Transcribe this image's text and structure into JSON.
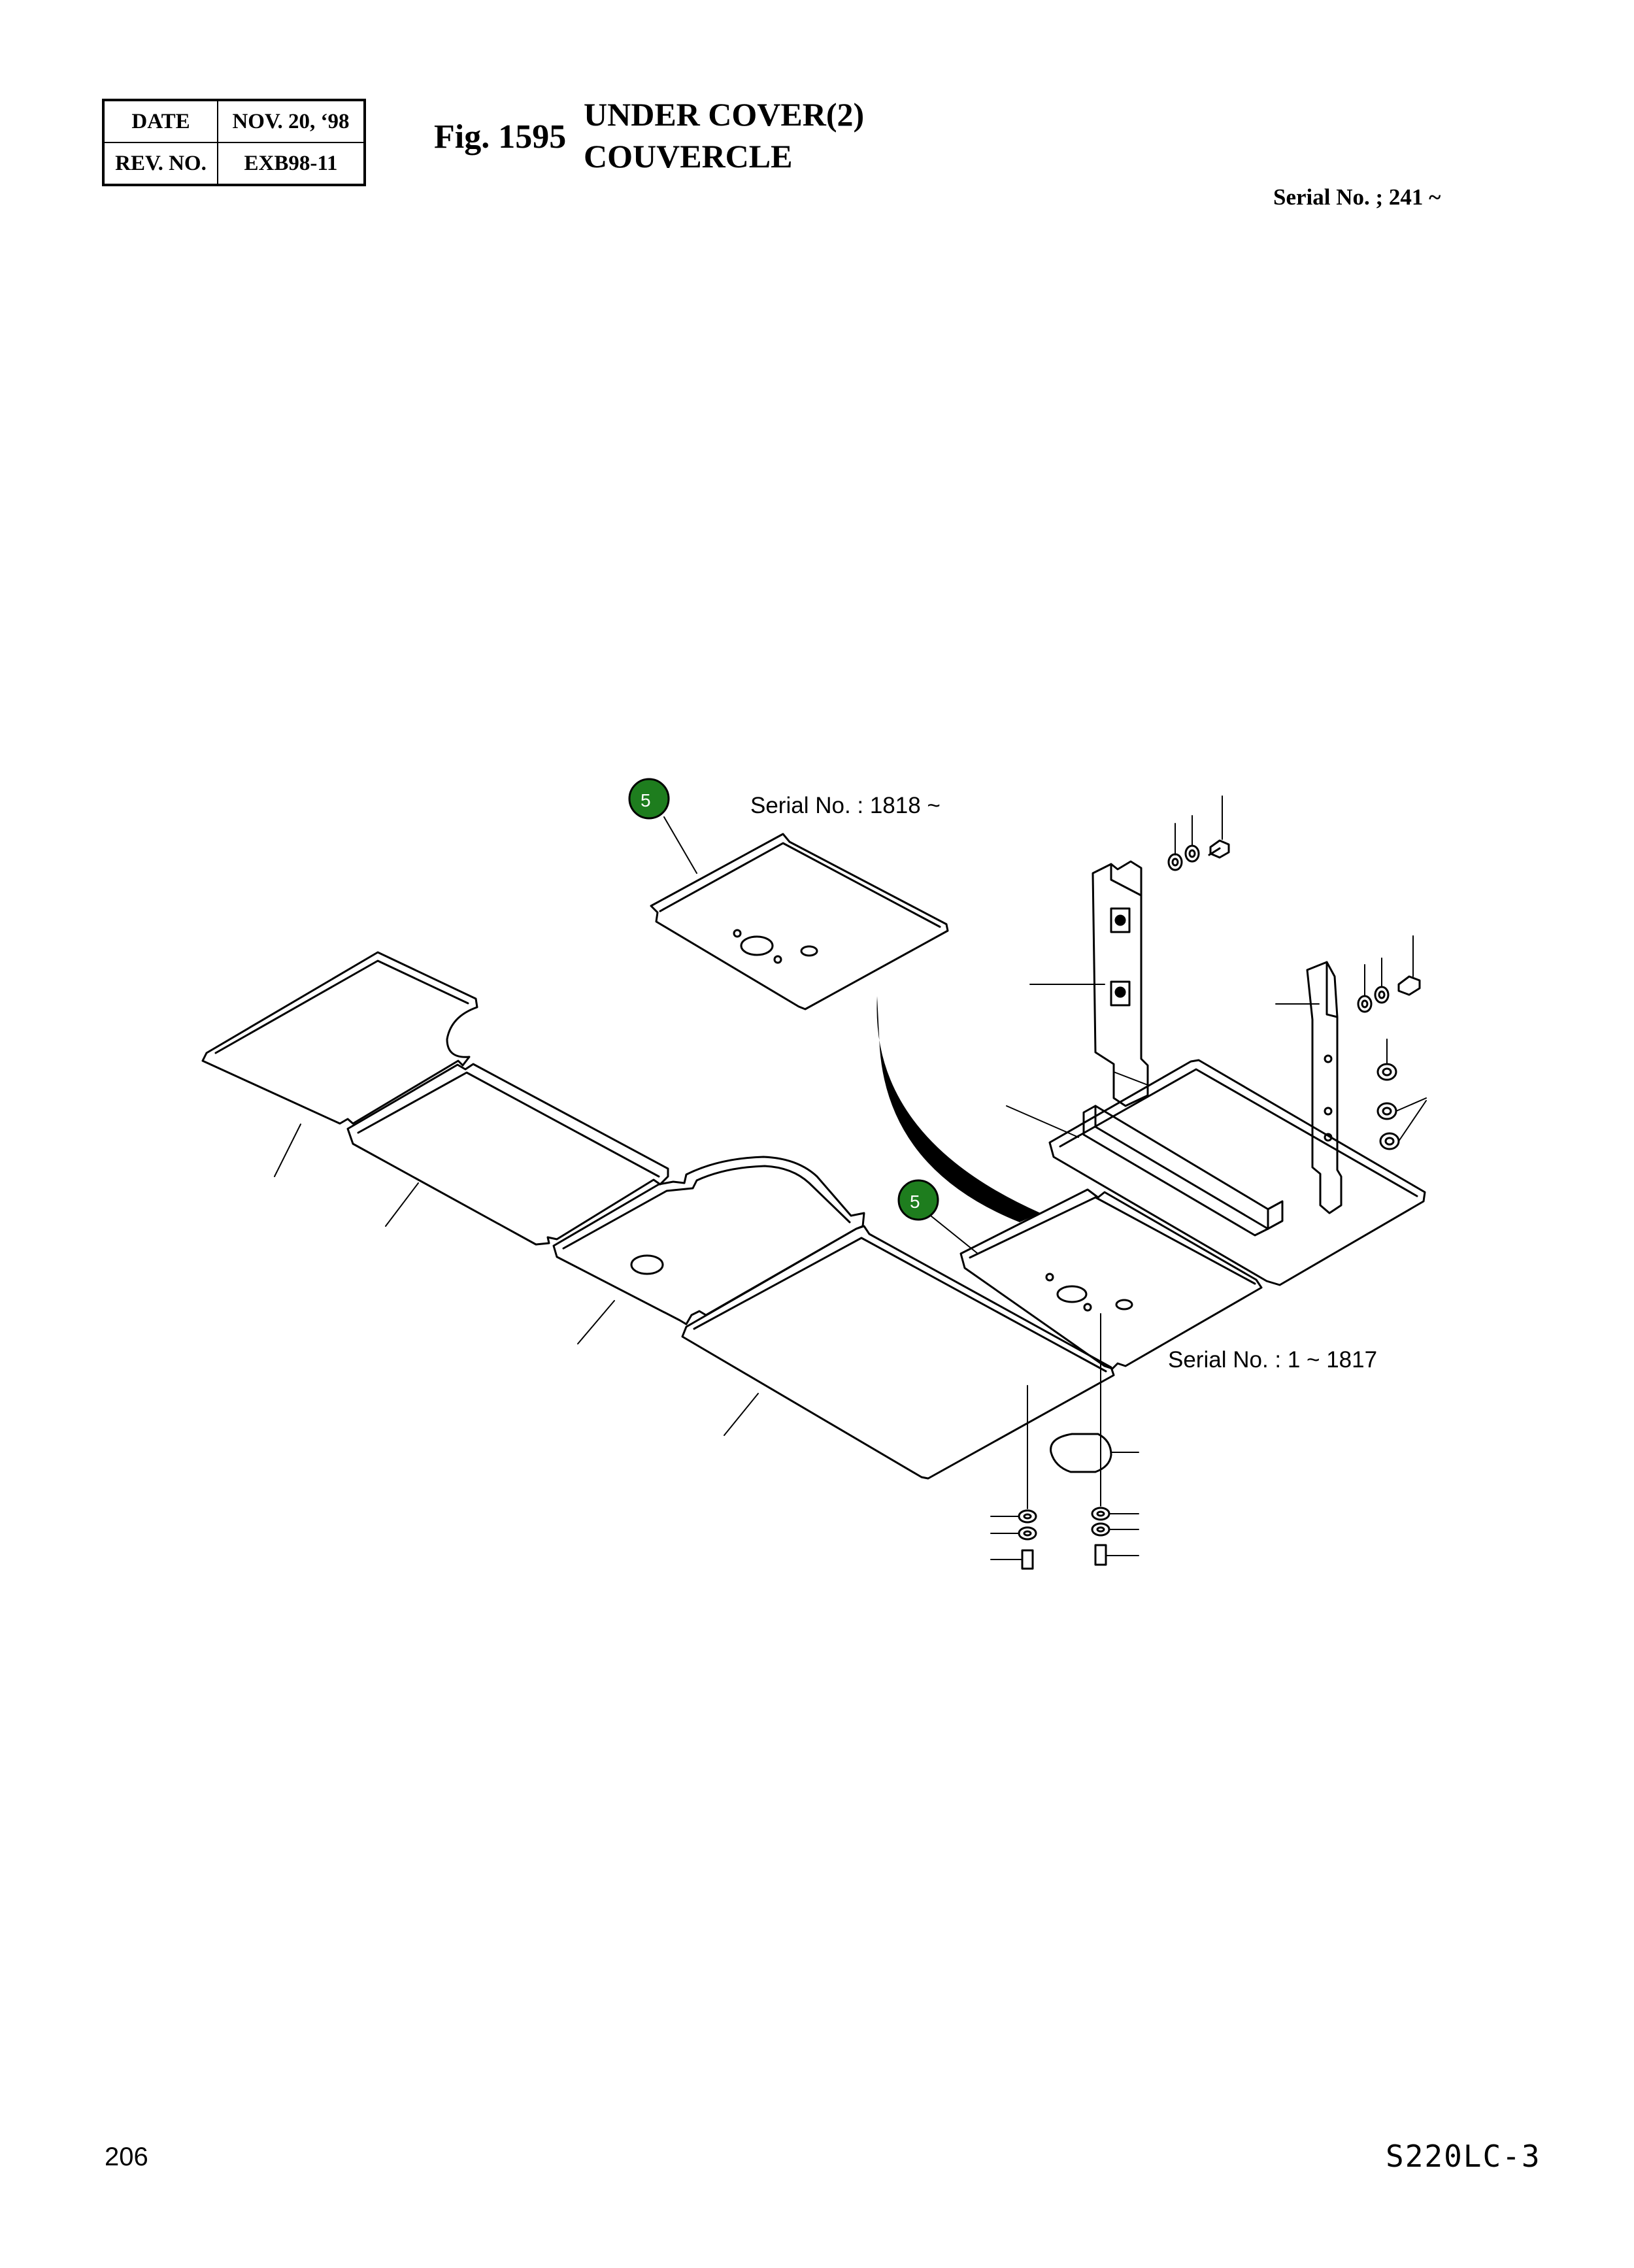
{
  "header": {
    "date_label": "DATE",
    "date_value": "NOV. 20, ‘98",
    "rev_label": "REV. NO.",
    "rev_value": "EXB98-11",
    "fig_number": "Fig. 1595",
    "title_en": "UNDER COVER(2)",
    "title_fr": "COUVERCLE",
    "serial_range": "Serial No. ; 241 ~"
  },
  "diagram": {
    "serial_upper": "Serial No. : 1818 ~",
    "serial_lower": "Serial No. : 1 ~ 1817",
    "callouts": [
      {
        "label": "5",
        "color": "#1e7d1e"
      },
      {
        "label": "5",
        "color": "#1e7d1e"
      }
    ]
  },
  "footer": {
    "page_number": "206",
    "model": "S220LC-3"
  }
}
